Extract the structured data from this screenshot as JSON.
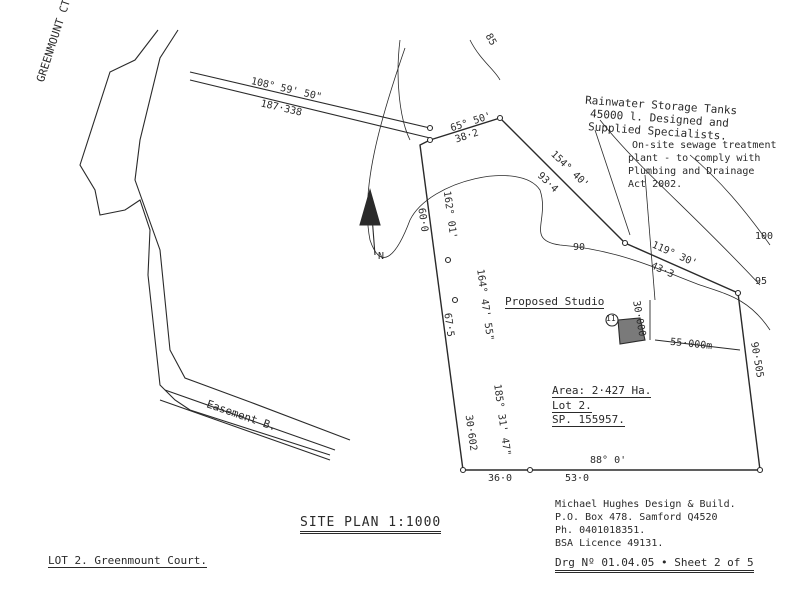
{
  "street": {
    "name": "GREENMOUNT CT."
  },
  "boundary": {
    "b1": "108° 59' 50\"",
    "d1": "187·338",
    "b2": "65° 50'",
    "d2": "38·2",
    "b3": "154° 40'",
    "d3": "93·4",
    "b4": "119° 30'",
    "d4": "43·3",
    "b5": "162° 01'",
    "d5": "60·0",
    "b6": "164° 47' 55\"",
    "d6": "67·5",
    "b7": "185° 31' 47\"",
    "d7": "30·602",
    "b8": "88° 0'",
    "d8": "53·0",
    "d9": "36·0",
    "d10": "90·505"
  },
  "contours": {
    "c1": "90",
    "c2": "100",
    "c3": "95",
    "c4": "85"
  },
  "easement": {
    "label": "Easement B."
  },
  "notes": {
    "tanks_line1": "Rainwater Storage Tanks",
    "tanks_line2": "45000 l. Designed and",
    "tanks_line3": "Supplied Specialists.",
    "sewage_line1": "On-site sewage treatment",
    "sewage_line2": "plant - to comply with",
    "sewage_line3": "Plumbing and Drainage",
    "sewage_line4": "Act 2002."
  },
  "studio": {
    "label": "Proposed Studio",
    "marker": "11",
    "offset_top": "30·000",
    "offset_side": "55·000m"
  },
  "lot_info": {
    "area": "Area: 2·427 Ha.",
    "lot": "Lot 2.",
    "sp": "SP. 155957."
  },
  "footer": {
    "title": "SITE PLAN 1:1000",
    "address": "LOT 2. Greenmount Court.",
    "designer_line1": "Michael Hughes Design & Build.",
    "designer_line2": "P.O. Box 478. Samford Q4520",
    "designer_line3": "Ph. 0401018351.",
    "designer_line4": "BSA Licence 49131.",
    "drawing": "Drg Nº 01.04.05 • Sheet 2 of 5"
  },
  "north_arrow": {
    "label": "N"
  },
  "colors": {
    "ink": "#2a2a2a",
    "paper": "#ffffff",
    "shade": "#7a7a7a"
  }
}
